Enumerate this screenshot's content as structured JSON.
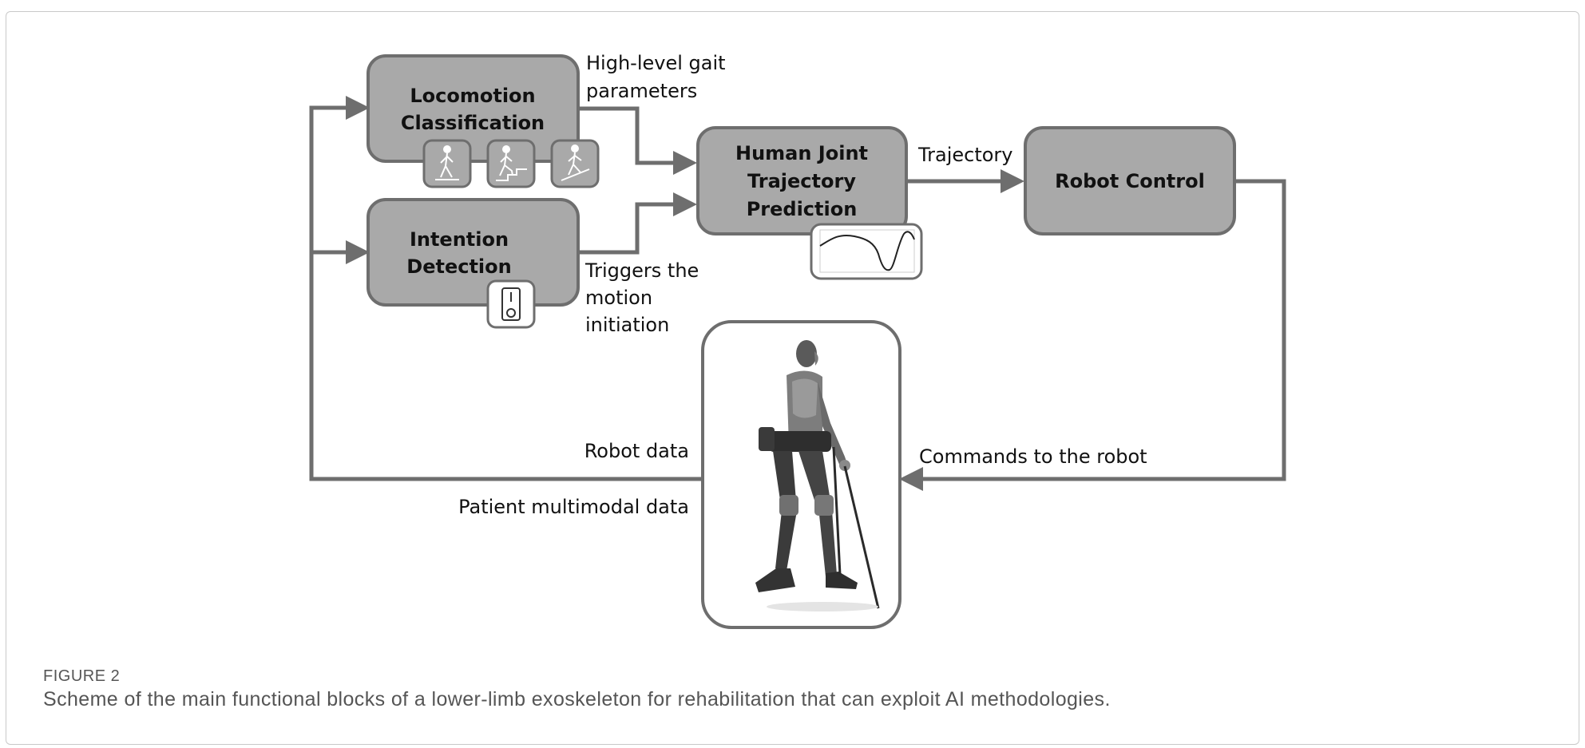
{
  "blocks": {
    "locomotion": [
      "Locomotion",
      "Classification"
    ],
    "intention": [
      "Intention",
      "Detection"
    ],
    "prediction": [
      "Human Joint",
      "Trajectory",
      "Prediction"
    ],
    "robot_control": "Robot Control"
  },
  "labels": {
    "high_level": [
      "High-level gait",
      "parameters"
    ],
    "triggers": [
      "Triggers the",
      "motion",
      "initiation"
    ],
    "trajectory": "Trajectory",
    "commands": "Commands to the robot",
    "robot_data": "Robot data",
    "patient_data": "Patient multimodal data"
  },
  "caption": {
    "figure": "FIGURE 2",
    "text": "Scheme of the main functional blocks of a lower-limb exoskeleton for rehabilitation that can exploit AI methodologies."
  },
  "colors": {
    "block_fill": "#a9a9a9",
    "block_stroke": "#6e6e6e",
    "arrow": "#6e6e6e"
  },
  "icons": [
    "walking-level-icon",
    "walking-stairs-icon",
    "walking-slope-icon",
    "switch-icon",
    "trajectory-plot-icon",
    "exoskeleton-person-photo"
  ]
}
